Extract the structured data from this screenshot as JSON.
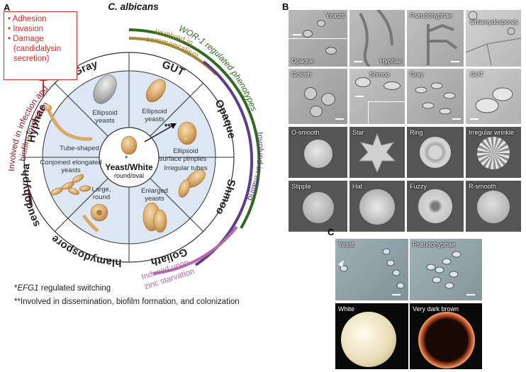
{
  "panel_a": {
    "panel_letter": "A",
    "title": "C. albicans",
    "callout": [
      "• Adhesion",
      "• Invasion",
      "• Damage",
      "(candidalysin",
      "secretion)"
    ],
    "arc_labels": {
      "infection": [
        "Involved in infection and",
        "biofilm formation"
      ],
      "wor1": "WOR-1 regulated phenotypes",
      "commensalism": [
        "Involved in",
        "commensalism"
      ],
      "mating": "Involved in mating",
      "zinc": [
        "Induced upon",
        "zinc starvation"
      ]
    },
    "center": {
      "star": "*",
      "title": "Yeast/White",
      "subtitle": "round/oval",
      "double_star": "**"
    },
    "segments": {
      "gray": {
        "name": "Gray",
        "desc": []
      },
      "gut": {
        "name": "GUT",
        "desc": [
          "Ellipsoid",
          "yeasts"
        ]
      },
      "opaque": {
        "name": "Opaque",
        "desc": [
          "Ellipsoid",
          "surface pimples"
        ]
      },
      "shmoo": {
        "name": "Shmoo",
        "desc": [
          "Irregular tubes"
        ]
      },
      "goliath": {
        "name": "Goliath",
        "desc": [
          "Enlarged",
          "yeasts"
        ]
      },
      "chlamydospores": {
        "name": "Chlamydospores",
        "desc": [
          "Large,",
          "round"
        ]
      },
      "pseudohyphae": {
        "name": "Pseudohyphae",
        "desc": [
          "Conjoined elongated",
          "yeasts"
        ]
      },
      "hyphae": {
        "name": "Hyphae",
        "desc": [
          "Tube-shaped"
        ]
      },
      "gray_desc": [
        "Ellipsoid",
        "yeasts"
      ]
    },
    "footnotes": [
      "regulated switching",
      "**Involved in dissemination, biofilm formation, and colonization"
    ],
    "footnote_gene": "EFG1",
    "footnote_star": "*"
  },
  "panel_b": {
    "panel_letter": "B",
    "cell_tiles": [
      "Yeasts",
      "Opaque",
      "Hyphae",
      "Pseudohyphae",
      "Chlamydospores",
      "Goliath",
      "Shmoo",
      "Gray",
      "GUT"
    ],
    "colony_tiles": [
      "O-smooth",
      "Star",
      "Ring",
      "Irregular wrinkle",
      "Stipple",
      "Hat",
      "Fuzzy",
      "R-smooth"
    ]
  },
  "panel_c": {
    "panel_letter": "C",
    "tiles": [
      "Yeast",
      "Pseudohyphae",
      "White",
      "Very dark brown"
    ]
  },
  "colors": {
    "hyphae_arc": "#8b1c24",
    "wor1_arc": "#2e6b1f",
    "commensal_arc": "#a8873a",
    "mating_arc": "#5b3f8c",
    "zinc_arc": "#b36aa9",
    "callout": "#d62c2c",
    "wheel_fill": "#dde7f3"
  }
}
